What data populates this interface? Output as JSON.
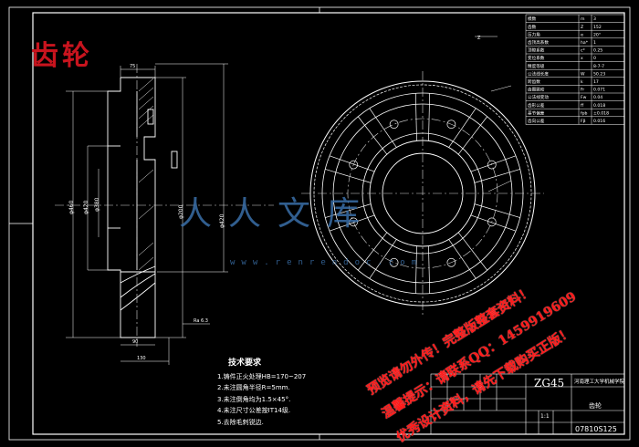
{
  "drawing": {
    "title_stamp": "齿轮",
    "material": "ZG45",
    "part_name": "齿轮",
    "drawing_number": "07810S125",
    "institute": "河南理工大学机械学院",
    "label_sheet": "Z",
    "scale_text": "1:1"
  },
  "tech_requirements": {
    "heading": "技术要求",
    "items": [
      "1.铸件正火处理HB=170~207",
      "2.未注圆角半径R=5mm.",
      "3.未注倒角均为1.5×45°.",
      "4.未注尺寸公差按IT14级.",
      "5.去除毛刺锐边."
    ]
  },
  "watermark": {
    "text": "人人文库",
    "url": "www.renrendoc.com"
  },
  "notices": [
    "预览请勿外传！完整版整套资料！",
    "温馨提示：请联系QQ：1459919609",
    "优秀设计资料，请先下载购买正版！"
  ],
  "dimensions": {
    "d_outer": "φ460",
    "d_mid": "φ420",
    "d_inner": "φ380",
    "d_hub": "φ200",
    "width": "75",
    "width2": "130",
    "w3": "90",
    "ra": "Ra 6.3"
  },
  "param_table": {
    "rows": [
      [
        "模数",
        "m",
        "3"
      ],
      [
        "齿数",
        "Z",
        "152"
      ],
      [
        "压力角",
        "α",
        "20°"
      ],
      [
        "齿顶高系数",
        "ha*",
        "1"
      ],
      [
        "顶隙系数",
        "c*",
        "0.25"
      ],
      [
        "变位系数",
        "x",
        "0"
      ],
      [
        "精度等级",
        "",
        "8-7-7"
      ],
      [
        "公法线长度",
        "W",
        "50.23"
      ],
      [
        "跨齿数",
        "k",
        "17"
      ],
      [
        "齿圈跳动",
        "Fr",
        "0.071"
      ],
      [
        "公法线变动",
        "Fw",
        "0.04"
      ],
      [
        "齿形公差",
        "ff",
        "0.018"
      ],
      [
        "基节偏差",
        "fpb",
        "±0.018"
      ],
      [
        "齿向公差",
        "Fβ",
        "0.016"
      ]
    ]
  },
  "colors": {
    "line": "#ffffff",
    "center": "#d9d9d9",
    "notice": "#ff1a1a",
    "stamp": "#c8141e",
    "watermark": "#3a6fa8"
  }
}
